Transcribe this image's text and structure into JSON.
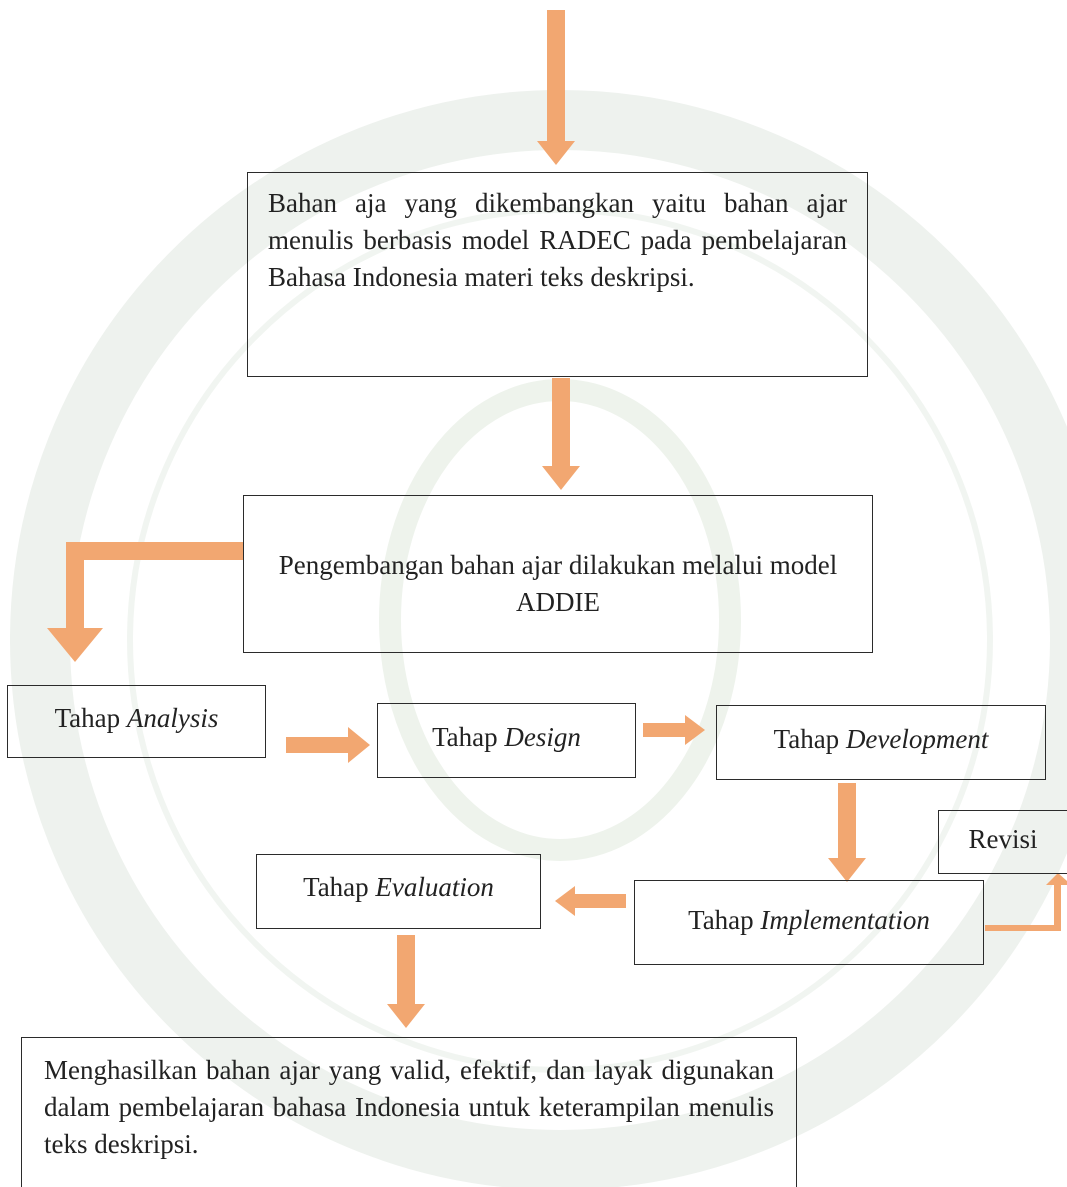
{
  "colors": {
    "arrow": "#F2A771",
    "border": "#2b2b2b",
    "watermark": "#e6ede6"
  },
  "nodes": {
    "intro": "Bahan aja yang dikembangkan yaitu bahan ajar menulis berbasis model RADEC pada pembelajaran Bahasa Indonesia materi teks deskripsi.",
    "addie": "Pengembangan bahan ajar dilakukan melalui model ADDIE",
    "analysis": {
      "prefix": "Tahap ",
      "term": "Analysis"
    },
    "design": {
      "prefix": "Tahap ",
      "term": "Design"
    },
    "development": {
      "prefix": "Tahap ",
      "term": "Development"
    },
    "revisi": "Revisi",
    "implementation": {
      "prefix": "Tahap ",
      "term": "Implementation"
    },
    "evaluation": {
      "prefix": "Tahap ",
      "term": "Evaluation"
    },
    "output": "Menghasilkan bahan ajar yang valid, efektif, dan layak digunakan dalam pembelajaran bahasa Indonesia untuk keterampilan menulis teks deskripsi."
  }
}
